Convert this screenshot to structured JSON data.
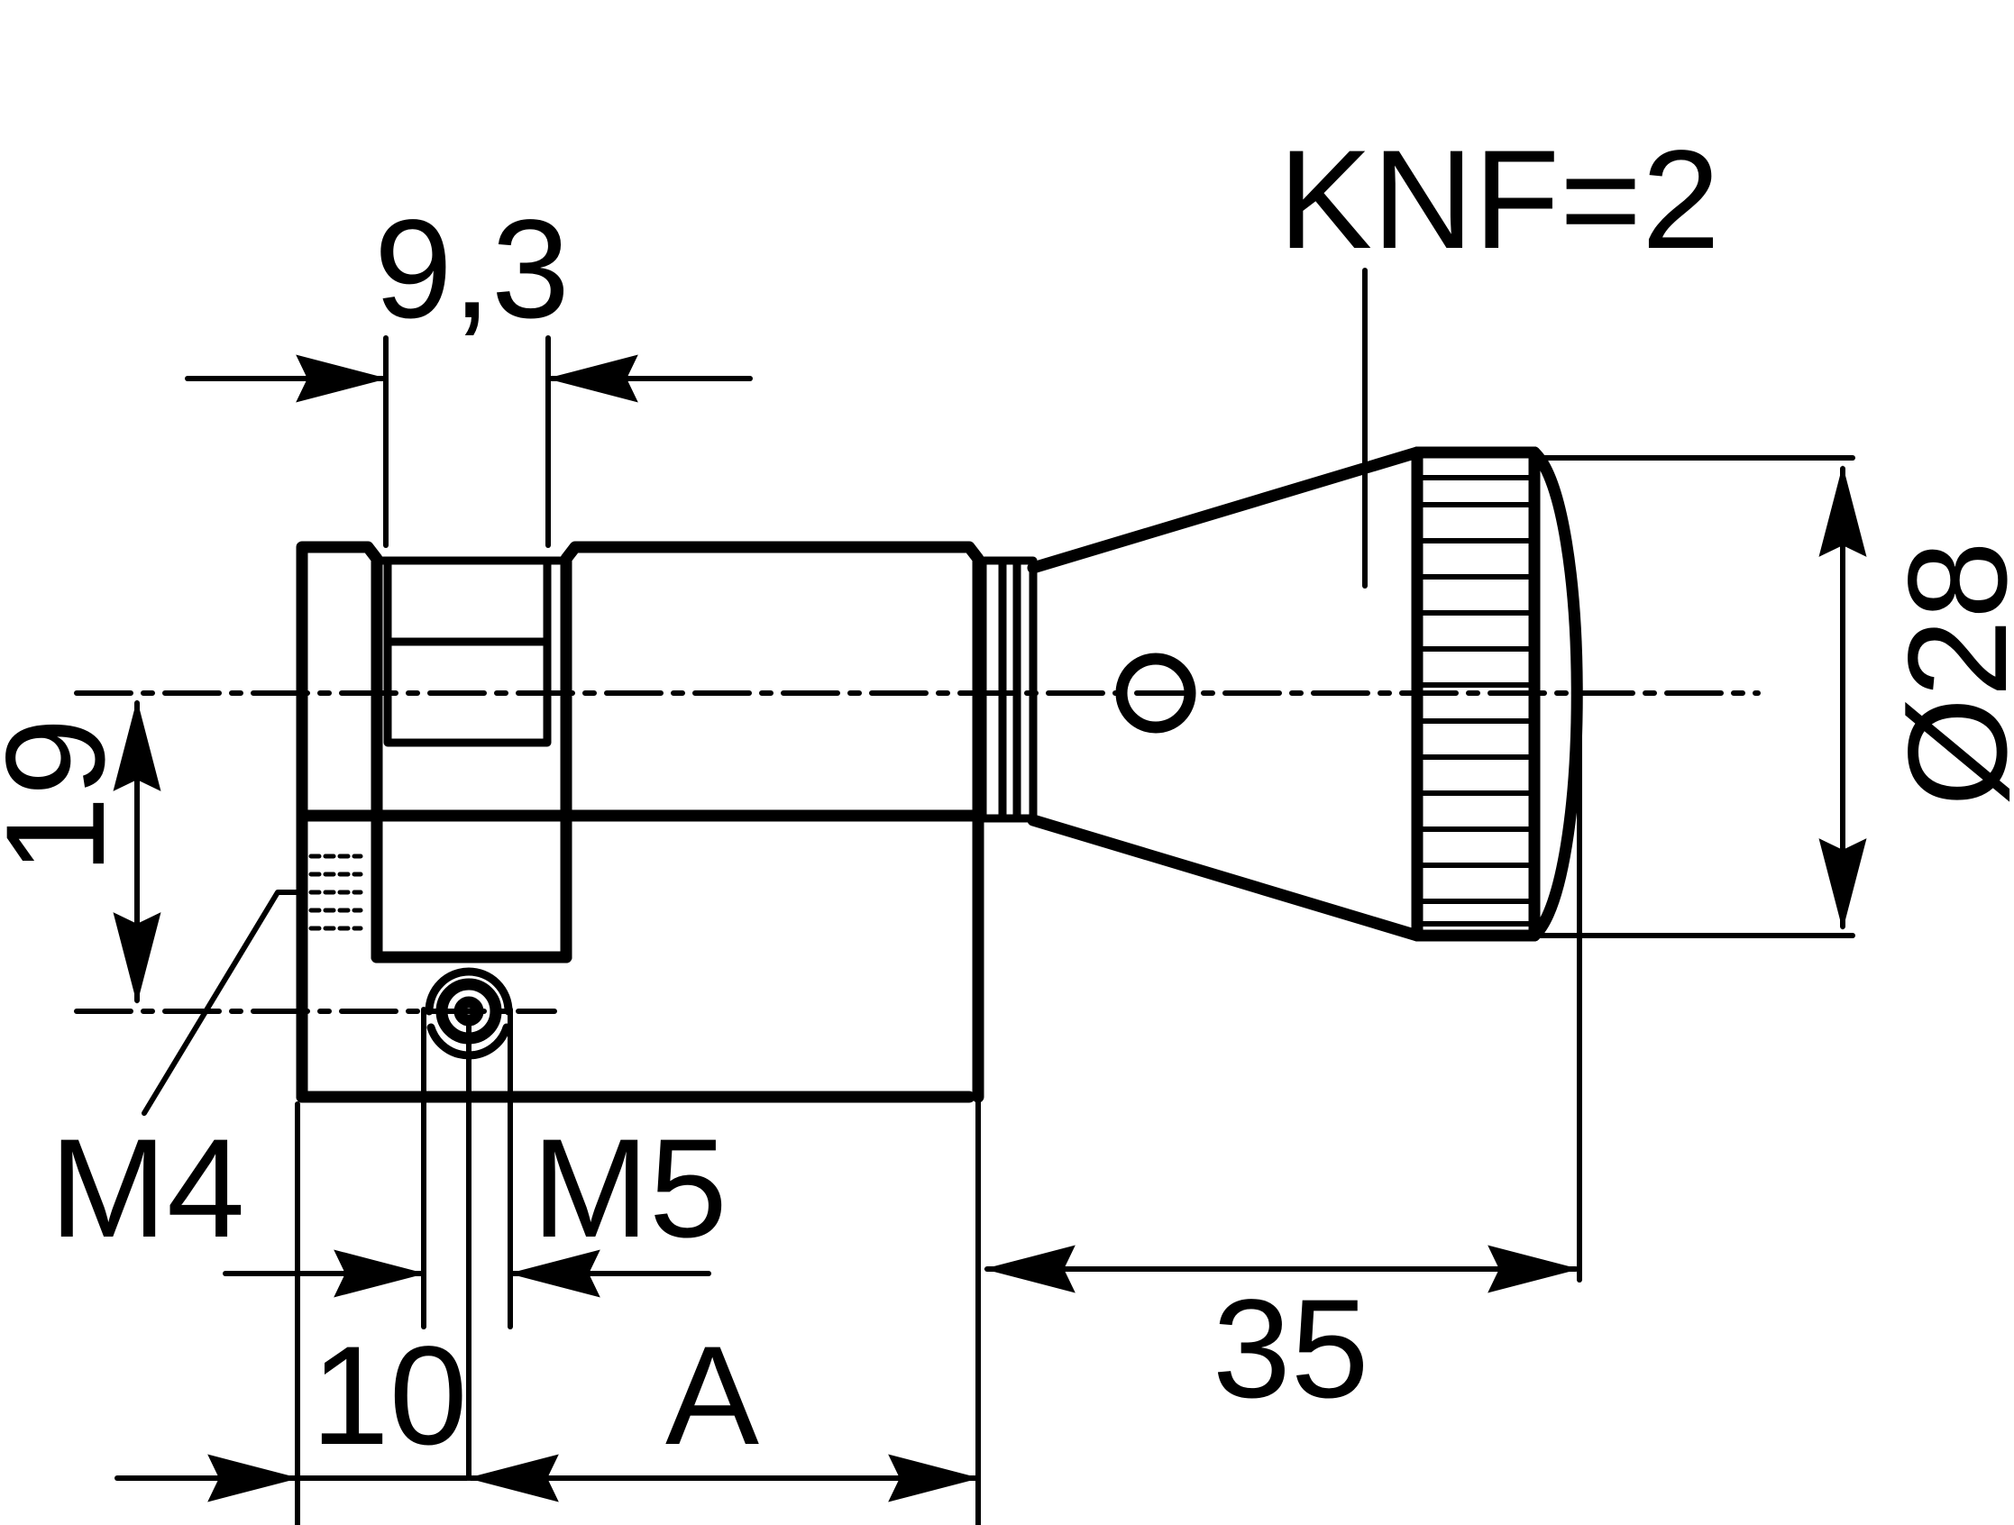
{
  "labels": {
    "width_nut": "9,3",
    "knurl": "KNF=2",
    "diameter": "Ø28",
    "offset_height": "19",
    "thread_m4": "M4",
    "thread_m5": "M5",
    "dim_10": "10",
    "dim_a": "A",
    "dim_35": "35"
  }
}
